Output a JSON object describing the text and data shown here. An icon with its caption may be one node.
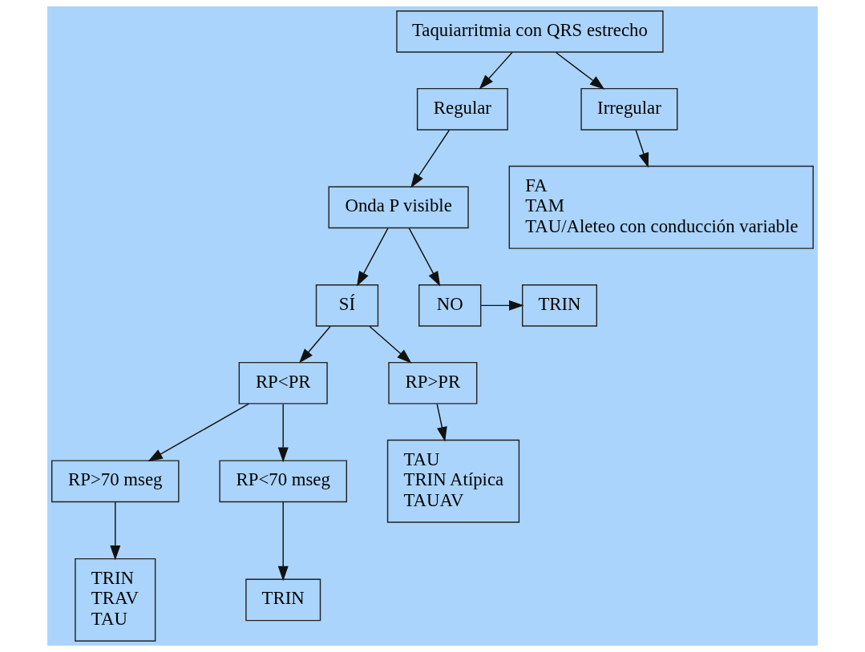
{
  "diagram": {
    "nodes": [
      {
        "text": [
          "Taquiarritmia con QRS estrecho"
        ]
      },
      {
        "text": [
          "Regular"
        ]
      },
      {
        "text": [
          "Irregular"
        ]
      },
      {
        "text": [
          "Onda P visible"
        ]
      },
      {
        "text": [
          "FA",
          "TAM",
          "TAU/Aleteo con conducción variable"
        ]
      },
      {
        "text": [
          "SÍ"
        ]
      },
      {
        "text": [
          "NO"
        ]
      },
      {
        "text": [
          "TRIN"
        ]
      },
      {
        "text": [
          "RP<PR"
        ]
      },
      {
        "text": [
          "RP>PR"
        ]
      },
      {
        "text": [
          "RP>70 mseg"
        ]
      },
      {
        "text": [
          "RP<70 mseg"
        ]
      },
      {
        "text": [
          "TAU",
          "TRIN Atípica",
          "TAUAV"
        ]
      },
      {
        "text": [
          "TRIN",
          "TRAV",
          "TAU"
        ]
      },
      {
        "text": [
          "TRIN"
        ]
      }
    ],
    "edges": [
      {
        "from": 0,
        "to": 1,
        "arrow": "to"
      },
      {
        "from": 0,
        "to": 2,
        "arrow": "to"
      },
      {
        "from": 2,
        "to": 4,
        "arrow": "to"
      },
      {
        "from": 1,
        "to": 3,
        "arrow": "to"
      },
      {
        "from": 3,
        "to": 5,
        "arrow": "to"
      },
      {
        "from": 3,
        "to": 6,
        "arrow": "to"
      },
      {
        "from": 6,
        "to": 7,
        "arrow": "to"
      },
      {
        "from": 5,
        "to": 8,
        "arrow": "to"
      },
      {
        "from": 5,
        "to": 9,
        "arrow": "to"
      },
      {
        "from": 9,
        "to": 12,
        "arrow": "to"
      },
      {
        "from": 8,
        "to": 10,
        "arrow": "to"
      },
      {
        "from": 8,
        "to": 11,
        "arrow": "to"
      },
      {
        "from": 10,
        "to": 13,
        "arrow": "to"
      },
      {
        "from": 11,
        "to": 14,
        "arrow": "to"
      }
    ]
  }
}
